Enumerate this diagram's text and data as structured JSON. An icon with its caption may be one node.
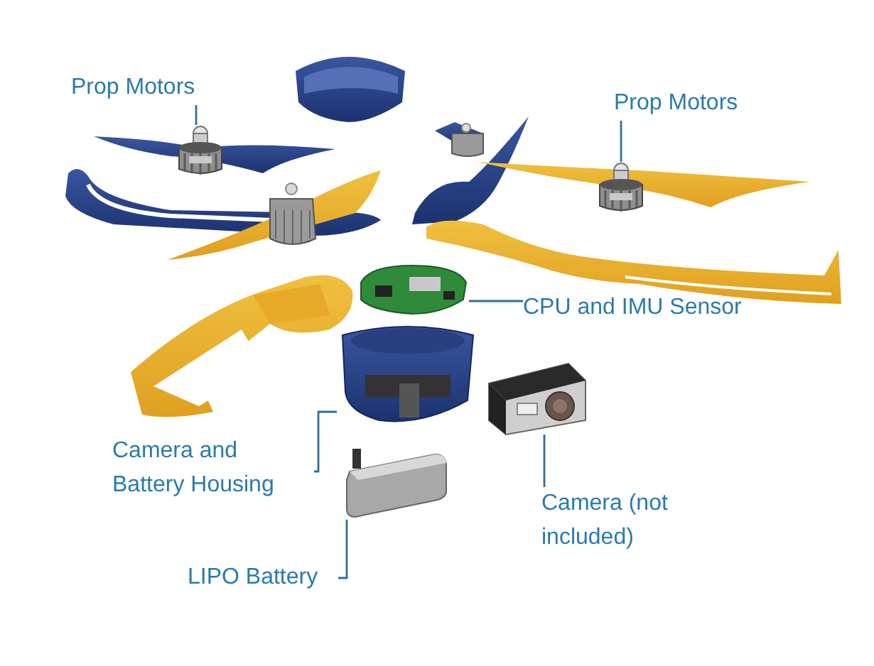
{
  "diagram": {
    "nodes": [
      {
        "text": [
          "Prop Motors"
        ]
      },
      {
        "text": [],
        "shape": "picture"
      },
      {
        "text": [
          "Prop Motors"
        ]
      },
      {
        "text": [],
        "shape": "picture"
      },
      {
        "text": [
          "CPU and IMU Sensor"
        ]
      },
      {
        "text": [],
        "shape": "picture"
      },
      {
        "text": [
          "Camera and Battery Housing"
        ]
      },
      {
        "text": [],
        "shape": "picture"
      },
      {
        "text": [
          "Camera (not included)"
        ]
      },
      {
        "text": [],
        "shape": "picture"
      },
      {
        "text": [
          "LIPO Battery"
        ]
      },
      {
        "text": [],
        "shape": "picture"
      }
    ],
    "edges": [
      {
        "from": 0,
        "to": 1,
        "arrow": "none"
      },
      {
        "from": 2,
        "to": 3,
        "arrow": "none"
      },
      {
        "from": 4,
        "to": 5,
        "arrow": "none"
      },
      {
        "from": 6,
        "to": 7,
        "arrow": "none"
      },
      {
        "from": 8,
        "to": 9,
        "arrow": "none"
      },
      {
        "from": 10,
        "to": 11,
        "arrow": "none"
      }
    ]
  }
}
